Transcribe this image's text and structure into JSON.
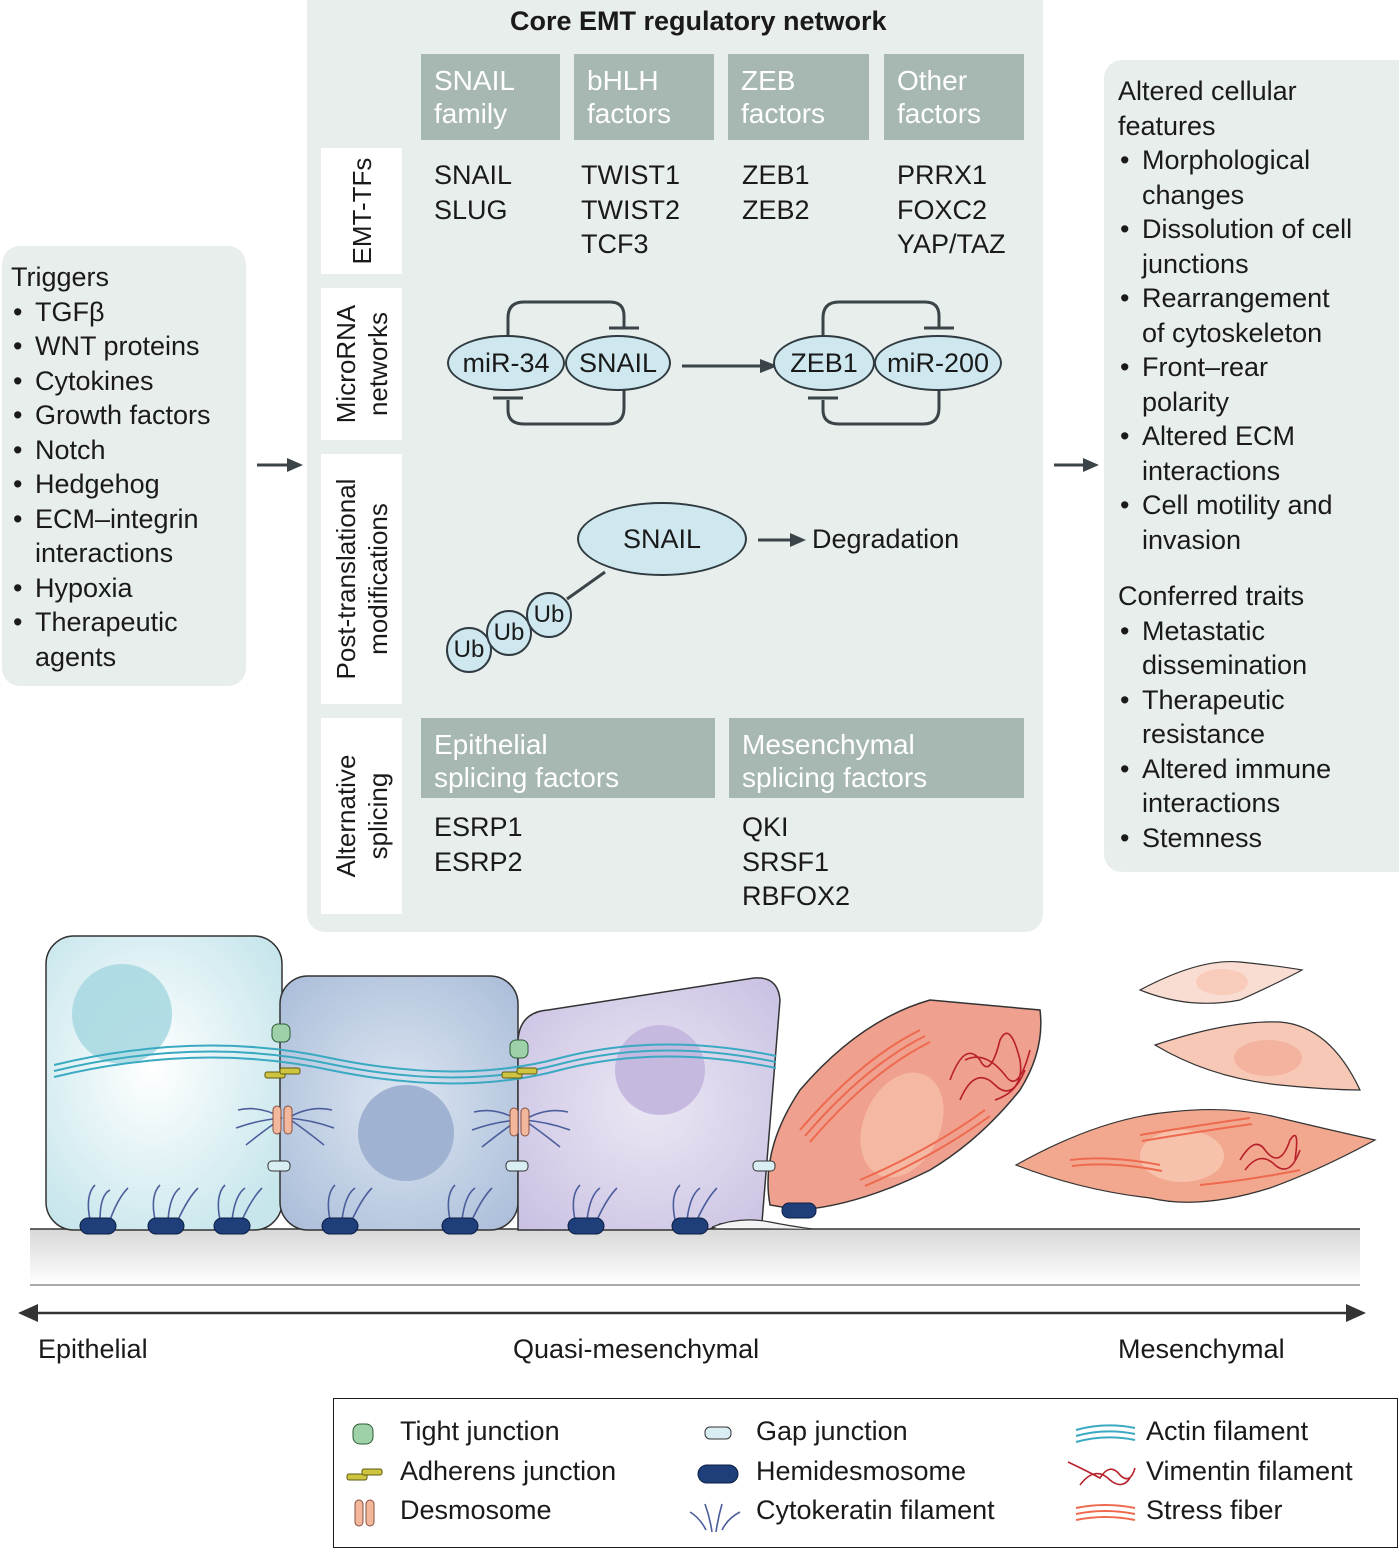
{
  "triggers": {
    "heading": "Triggers",
    "items": [
      "TGFβ",
      "WNT proteins",
      "Cytokines",
      "Growth factors",
      "Notch",
      "Hedgehog",
      "ECM–integrin interactions",
      "Hypoxia",
      "Therapeutic agents"
    ]
  },
  "core": {
    "title": "Core EMT regulatory network",
    "families": [
      {
        "header": [
          "SNAIL",
          "family"
        ],
        "members": [
          "SNAIL",
          "SLUG"
        ]
      },
      {
        "header": [
          "bHLH",
          "factors"
        ],
        "members": [
          "TWIST1",
          "TWIST2",
          "TCF3"
        ]
      },
      {
        "header": [
          "ZEB",
          "factors"
        ],
        "members": [
          "ZEB1",
          "ZEB2"
        ]
      },
      {
        "header": [
          "Other",
          "factors"
        ],
        "members": [
          "PRRX1",
          "FOXC2",
          "YAP/TAZ"
        ]
      }
    ],
    "rows": {
      "emt_tfs": [
        "EMT-TFs"
      ],
      "microrna": [
        "MicroRNA",
        "networks"
      ],
      "ptm": [
        "Post-translational",
        "modifications"
      ],
      "splicing": [
        "Alternative",
        "splicing"
      ]
    },
    "microrna_nodes": {
      "a": "miR-34",
      "b": "SNAIL",
      "c": "ZEB1",
      "d": "miR-200"
    },
    "ptm": {
      "protein": "SNAIL",
      "outcome": "Degradation",
      "ub": [
        "Ub",
        "Ub",
        "Ub"
      ]
    },
    "splicing": [
      {
        "header": [
          "Epithelial",
          "splicing factors"
        ],
        "members": [
          "ESRP1",
          "ESRP2"
        ]
      },
      {
        "header": [
          "Mesenchymal",
          "splicing factors"
        ],
        "members": [
          "QKI",
          "SRSF1",
          "RBFOX2"
        ]
      }
    ]
  },
  "outcomes": {
    "features_heading": [
      "Altered cellular",
      "features"
    ],
    "features": [
      [
        "Morphological",
        "changes"
      ],
      [
        "Dissolution of cell",
        "junctions"
      ],
      [
        "Rearrangement",
        "of cytoskeleton"
      ],
      [
        "Front–rear",
        "polarity"
      ],
      [
        "Altered ECM",
        "interactions"
      ],
      [
        "Cell motility and",
        "invasion"
      ]
    ],
    "traits_heading": "Conferred traits",
    "traits": [
      [
        "Metastatic",
        "dissemination"
      ],
      [
        "Therapeutic",
        "resistance"
      ],
      [
        "Altered immune",
        "interactions"
      ],
      [
        "Stemness"
      ]
    ]
  },
  "spectrum": {
    "left": "Epithelial",
    "middle": "Quasi-mesenchymal",
    "right": "Mesenchymal"
  },
  "legend": {
    "tight": "Tight junction",
    "adherens": "Adherens junction",
    "desmosome": "Desmosome",
    "gap": "Gap junction",
    "hemidesmosome": "Hemidesmosome",
    "cytokeratin": "Cytokeratin filament",
    "actin": "Actin filament",
    "vimentin": "Vimentin filament",
    "stress": "Stress fiber"
  },
  "colors": {
    "panel": "#e8eeec",
    "header": "#a7b7b2",
    "oval": "#cfe8f0",
    "cell_epithelial": "#d4ecef",
    "cell_quasi": "#bccbe2",
    "cell_quasi2": "#d8d2ea",
    "cell_mesenchymal": "#f0a592",
    "actin": "#3aa9c2",
    "vimentin": "#b8202a",
    "stress": "#ee6a4e",
    "hemidesmosome": "#1f3f7a",
    "desmosome": "#f3b79b"
  }
}
